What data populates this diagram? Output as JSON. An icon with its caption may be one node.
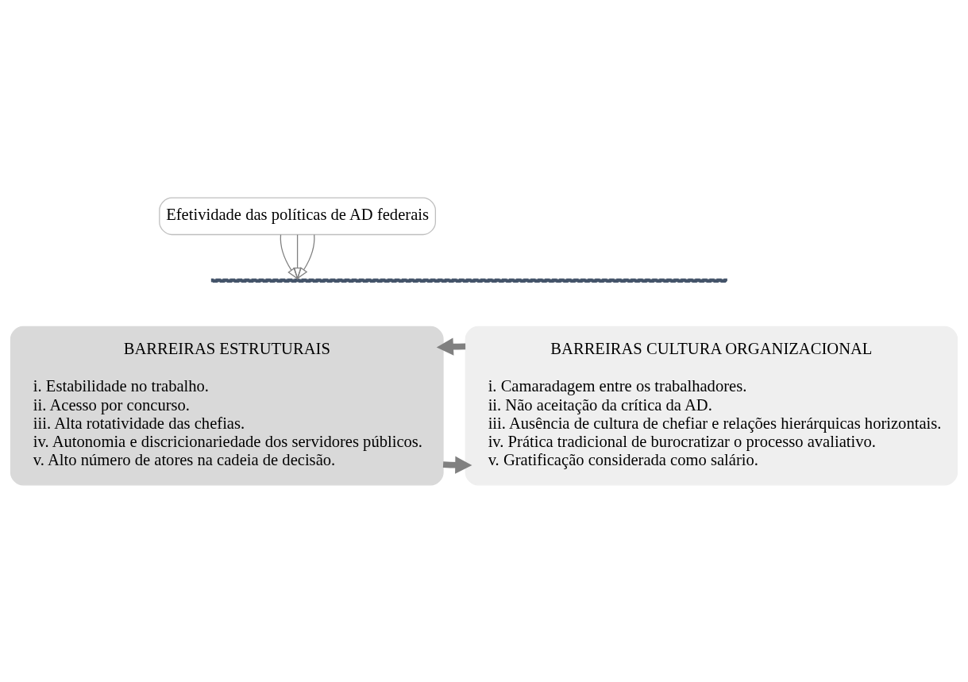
{
  "diagram": {
    "nodes": [
      {
        "text": [
          "Efetividade das políticas de AD federais"
        ]
      },
      {
        "text": [],
        "shape": "bar"
      },
      {
        "text": [
          "BARREIRAS ESTRUTURAIS",
          "i. Estabilidade no trabalho.",
          "ii. Acesso por concurso.",
          "iii. Alta rotatividade das chefias.",
          "iv. Autonomia e discricionariedade dos servidores públicos.",
          "v. Alto número de atores na cadeia de decisão."
        ]
      },
      {
        "text": [
          "BARREIRAS CULTURA ORGANIZACIONAL",
          "i. Camaradagem entre os trabalhadores.",
          "ii. Não aceitação da crítica da AD.",
          "iii. Ausência de cultura de chefiar e relações hierárquicas horizontais.",
          "iv. Prática tradicional de burocratizar o processo avaliativo.",
          "v. Gratificação considerada como salário."
        ]
      }
    ],
    "edges": [
      {
        "from": 0,
        "to": 1,
        "arrow": "to"
      },
      {
        "from": 0,
        "to": 1,
        "arrow": "to"
      },
      {
        "from": 0,
        "to": 1,
        "arrow": "to"
      },
      {
        "from": 2,
        "to": 3,
        "arrow": "to",
        "style": "thick"
      },
      {
        "from": 3,
        "to": 2,
        "arrow": "to",
        "style": "thick"
      }
    ]
  }
}
